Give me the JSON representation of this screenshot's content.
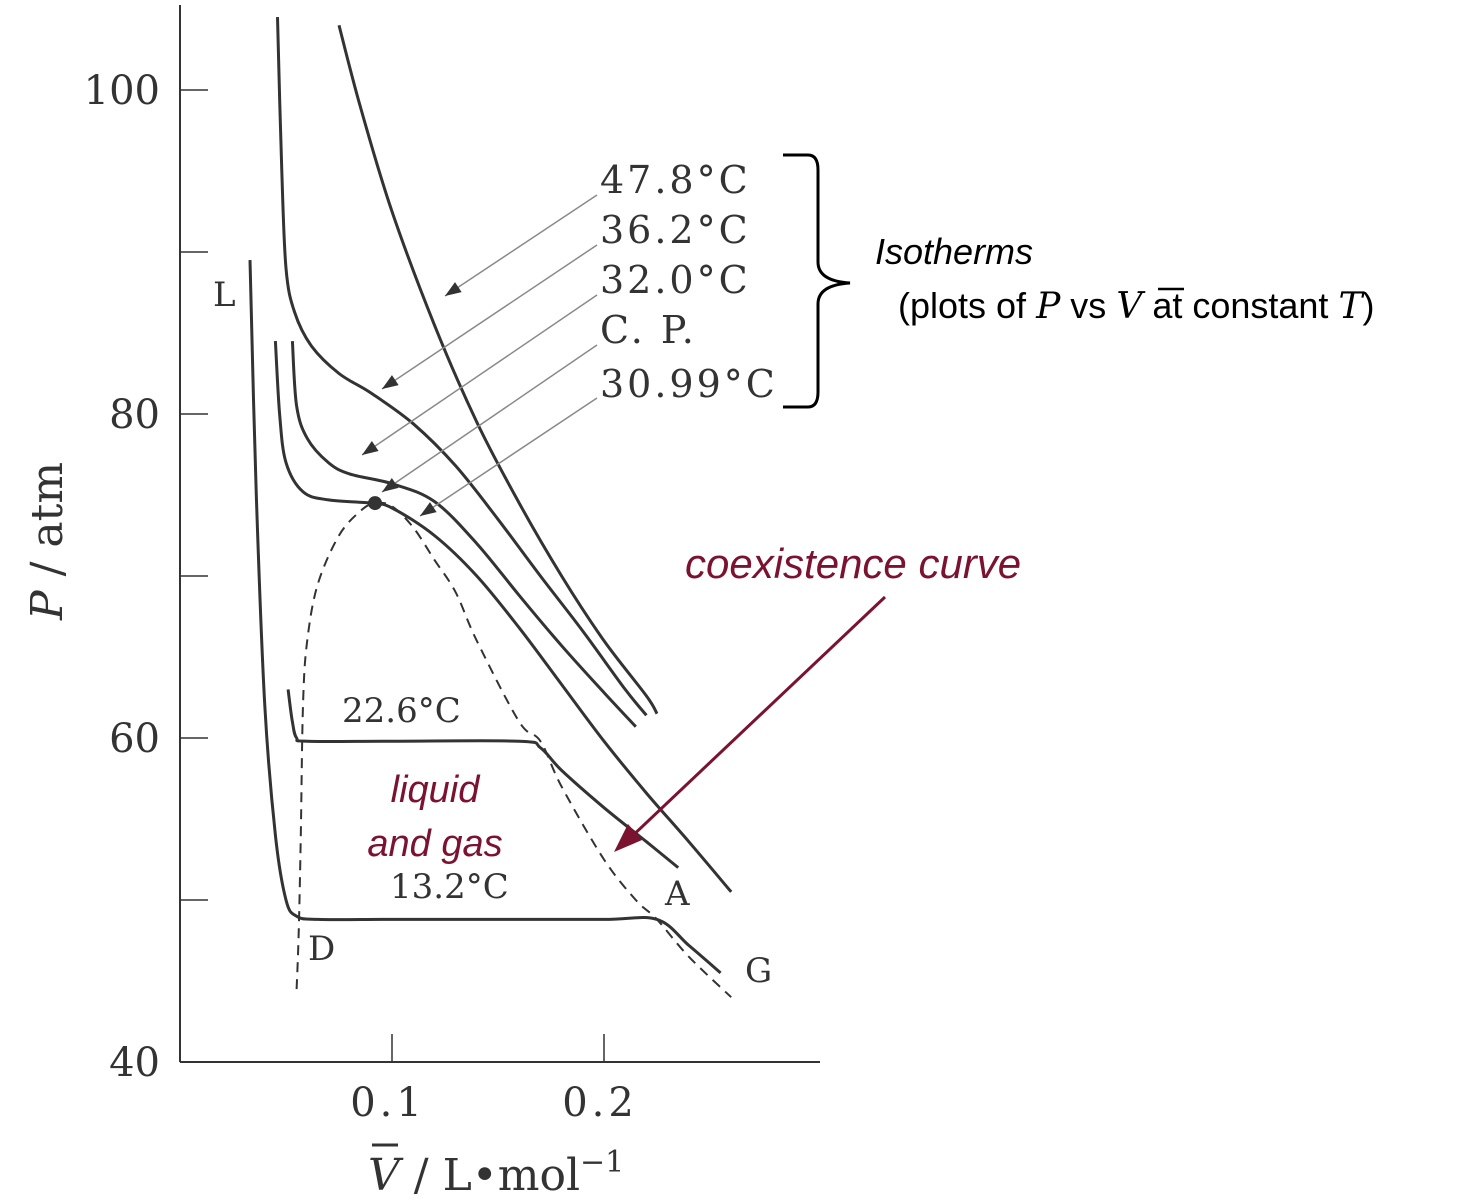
{
  "colors": {
    "curve": "#333333",
    "pointer": "#8a8a8a",
    "accent": "#7a1230",
    "text": "#333333",
    "label": "#000000"
  },
  "chart_data": {
    "type": "line",
    "xlabel": "V̄ / L•mol⁻¹",
    "ylabel": "P / atm",
    "xlim": [
      0.0,
      0.3
    ],
    "ylim": [
      40,
      105
    ],
    "x_ticks": [
      0.1,
      0.2
    ],
    "x_tick_labels": [
      "0.1",
      "0.2"
    ],
    "y_ticks": [
      40,
      50,
      60,
      70,
      80,
      90,
      100
    ],
    "y_tick_labels": [
      "40",
      "",
      "60",
      "",
      "80",
      "",
      "100"
    ],
    "grid": false,
    "series": [
      {
        "name": "47.8°C",
        "points": [
          [
            0.075,
            104
          ],
          [
            0.085,
            99
          ],
          [
            0.1,
            92.5
          ],
          [
            0.12,
            85.5
          ],
          [
            0.14,
            79.5
          ],
          [
            0.16,
            74.5
          ],
          [
            0.18,
            70
          ],
          [
            0.2,
            66
          ],
          [
            0.22,
            62.6
          ],
          [
            0.225,
            61.5
          ]
        ]
      },
      {
        "name": "36.2°C",
        "points": [
          [
            0.046,
            104.5
          ],
          [
            0.048,
            95
          ],
          [
            0.05,
            89
          ],
          [
            0.054,
            86.3
          ],
          [
            0.062,
            84.2
          ],
          [
            0.075,
            82.5
          ],
          [
            0.09,
            81.3
          ],
          [
            0.11,
            79.4
          ],
          [
            0.13,
            76.8
          ],
          [
            0.15,
            73.5
          ],
          [
            0.17,
            70
          ],
          [
            0.19,
            66.6
          ],
          [
            0.21,
            63
          ],
          [
            0.22,
            61.4
          ]
        ]
      },
      {
        "name": "32.0°C",
        "points": [
          [
            0.053,
            84.5
          ],
          [
            0.055,
            80.5
          ],
          [
            0.06,
            78.5
          ],
          [
            0.07,
            77
          ],
          [
            0.08,
            76.3
          ],
          [
            0.1,
            75.7
          ],
          [
            0.12,
            74.6
          ],
          [
            0.14,
            72
          ],
          [
            0.16,
            68.8
          ],
          [
            0.18,
            65.7
          ],
          [
            0.2,
            62.8
          ],
          [
            0.215,
            60.7
          ]
        ]
      },
      {
        "name": "30.99°C",
        "points": [
          [
            0.045,
            84.5
          ],
          [
            0.047,
            80
          ],
          [
            0.05,
            77
          ],
          [
            0.058,
            75.2
          ],
          [
            0.07,
            74.7
          ],
          [
            0.09,
            74.5
          ],
          [
            0.1,
            74.2
          ],
          [
            0.12,
            72.5
          ],
          [
            0.14,
            70
          ],
          [
            0.16,
            66.8
          ],
          [
            0.18,
            63.3
          ],
          [
            0.2,
            59.8
          ],
          [
            0.22,
            56.6
          ],
          [
            0.24,
            53.6
          ],
          [
            0.26,
            50.5
          ]
        ]
      },
      {
        "name": "22.6°C",
        "points": [
          [
            0.051,
            63
          ],
          [
            0.053,
            61
          ],
          [
            0.055,
            60
          ],
          [
            0.06,
            59.8
          ],
          [
            0.1,
            59.8
          ],
          [
            0.16,
            59.8
          ],
          [
            0.17,
            59.4
          ],
          [
            0.18,
            58
          ],
          [
            0.2,
            55.7
          ],
          [
            0.22,
            53.6
          ],
          [
            0.235,
            52
          ]
        ]
      },
      {
        "name": "13.2°C",
        "points": [
          [
            0.033,
            89.5
          ],
          [
            0.036,
            75
          ],
          [
            0.04,
            62
          ],
          [
            0.045,
            54
          ],
          [
            0.05,
            50
          ],
          [
            0.055,
            49
          ],
          [
            0.065,
            48.8
          ],
          [
            0.1,
            48.8
          ],
          [
            0.15,
            48.8
          ],
          [
            0.2,
            48.8
          ],
          [
            0.225,
            48.8
          ],
          [
            0.24,
            47.2
          ],
          [
            0.255,
            45.5
          ]
        ]
      },
      {
        "name": "coexistence curve",
        "dashed": true,
        "points": [
          [
            0.055,
            44.5
          ],
          [
            0.056,
            48
          ],
          [
            0.057,
            54
          ],
          [
            0.058,
            62
          ],
          [
            0.06,
            66
          ],
          [
            0.065,
            69.5
          ],
          [
            0.075,
            72.5
          ],
          [
            0.085,
            74
          ],
          [
            0.092,
            74.5
          ],
          [
            0.1,
            74.3
          ],
          [
            0.11,
            73
          ],
          [
            0.12,
            71
          ],
          [
            0.13,
            69
          ],
          [
            0.14,
            66
          ],
          [
            0.16,
            61
          ],
          [
            0.17,
            59.8
          ],
          [
            0.18,
            57
          ],
          [
            0.2,
            52.5
          ],
          [
            0.215,
            50
          ],
          [
            0.225,
            48.8
          ],
          [
            0.24,
            46.5
          ],
          [
            0.26,
            44
          ]
        ]
      }
    ],
    "critical_point": {
      "label": "C. P.",
      "x": 0.092,
      "y": 74.5
    },
    "isotherm_labels": [
      "47.8°C",
      "36.2°C",
      "32.0°C",
      "C. P.",
      "30.99°C"
    ],
    "curve_labels": {
      "t226": "22.6°C",
      "t132": "13.2°C"
    },
    "point_labels": {
      "L": "L",
      "D": "D",
      "A": "A",
      "G": "G"
    },
    "annotations": {
      "isotherms_title": "Isotherms",
      "isotherms_desc_prefix": "(plots of ",
      "isotherms_desc_P": "P",
      "isotherms_desc_mid": " vs ",
      "isotherms_desc_V": "V",
      "isotherms_desc_mid2": " at constant ",
      "isotherms_desc_T": "T",
      "isotherms_desc_suffix": ")",
      "coexistence": "coexistence curve",
      "region_line1": "liquid",
      "region_line2": "and gas"
    },
    "axis_label_parts": {
      "y_var": "P",
      "y_unit": " / atm",
      "x_var": "V",
      "x_unit": " / L",
      "x_dot": "•",
      "x_unit2": "mol",
      "x_exp": "−1"
    }
  }
}
